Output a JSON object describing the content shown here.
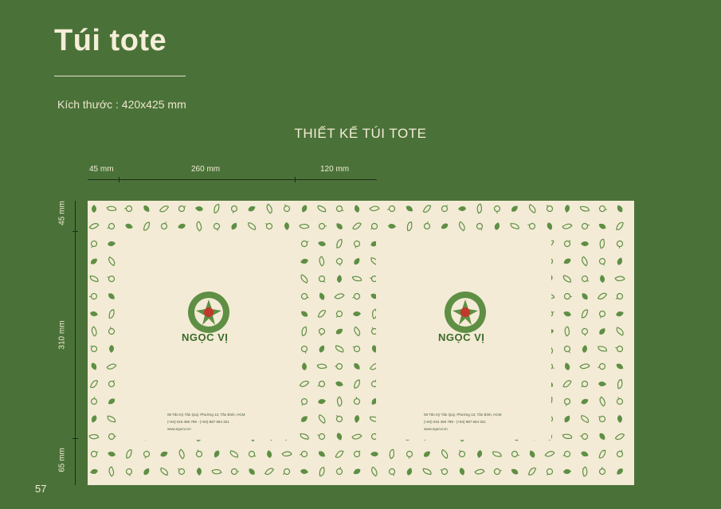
{
  "title": "Túi tote",
  "size_label": "Kích thước : 420x425 mm",
  "design_heading": "THIẾT KẾ TÚI TOTE",
  "dimensions": {
    "top": [
      "45 mm",
      "260 mm",
      "120 mm"
    ],
    "left": [
      "45 mm",
      "310 mm",
      "65 mm"
    ]
  },
  "brand": {
    "name": "NGỌC VỊ",
    "address": "08 Tân Kỳ Tân Quý, Phường 13, Tân Bình, HCM",
    "phone": "(+84) 015 456 789 - (+84) 987 654 321",
    "website": "www.ngocvi.vn"
  },
  "colors": {
    "background": "#4a7238",
    "canvas": "#f3ebd5",
    "pattern": "#5e8f44",
    "brand_green": "#3d6b2c",
    "accent_red": "#c0392b"
  },
  "page_number": "57"
}
